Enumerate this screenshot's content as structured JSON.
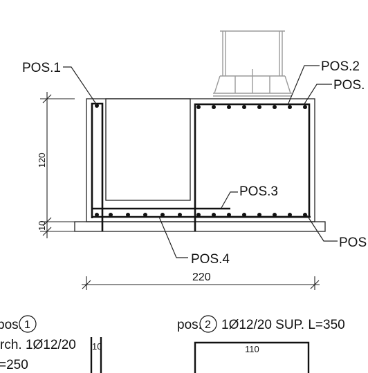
{
  "labels": {
    "pos1": "POS.1",
    "pos2": "POS.2",
    "pos2b": "POS.",
    "pos3": "POS.3",
    "pos4": "POS.4",
    "pos5": "POS",
    "dim_height": "120",
    "dim_base": "10",
    "dim_width": "220"
  },
  "schedule": {
    "pos1_prefix": "pos.",
    "pos1_num": "1",
    "pos1_line1": "rch. 1Ø12/20",
    "pos1_line2": "=250",
    "pos1_dim": "10",
    "pos2_prefix": "pos.",
    "pos2_num": "2",
    "pos2_desc": "1Ø12/20 SUP. L=350",
    "pos2_dim": "110"
  }
}
